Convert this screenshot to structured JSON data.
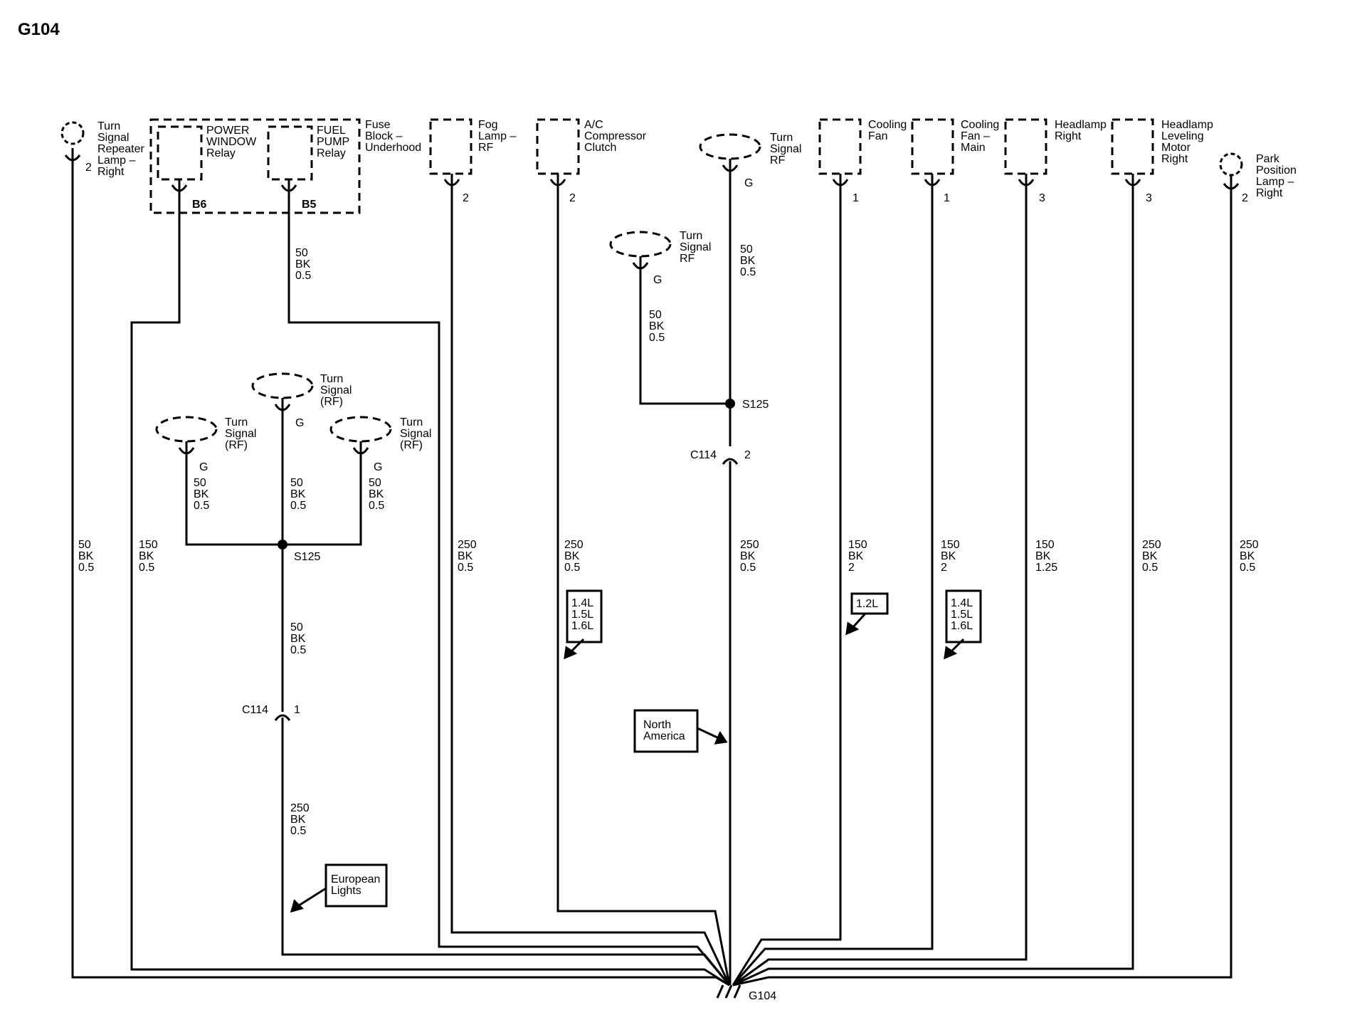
{
  "title": "G104",
  "components": [
    {
      "name": "Turn Signal Repeater Lamp – Right",
      "lines": [
        "Turn",
        "Signal",
        "Repeater",
        "Lamp –",
        "Right"
      ],
      "pin": "2"
    },
    {
      "name": "POWER WINDOW Relay",
      "lines": [
        "POWER",
        "WINDOW",
        "Relay"
      ],
      "pin": "B6"
    },
    {
      "name": "FUEL PUMP Relay",
      "lines": [
        "FUEL",
        "PUMP",
        "Relay"
      ],
      "pin": "B5"
    },
    {
      "name": "Fuse Block – Underhood",
      "lines": [
        "Fuse",
        "Block –",
        "Underhood"
      ]
    },
    {
      "name": "Fog Lamp – RF",
      "lines": [
        "Fog",
        "Lamp –",
        "RF"
      ],
      "pin": "2"
    },
    {
      "name": "A/C Compressor Clutch",
      "lines": [
        "A/C",
        "Compressor",
        "Clutch"
      ],
      "pin": "2"
    },
    {
      "name": "Turn Signal RF (upper)",
      "lines": [
        "Turn",
        "Signal",
        "RF"
      ],
      "pin": "G"
    },
    {
      "name": "Turn Signal RF (middle)",
      "lines": [
        "Turn",
        "Signal",
        "RF"
      ],
      "pin": "G"
    },
    {
      "name": "Cooling Fan",
      "lines": [
        "Cooling",
        "Fan"
      ],
      "pin": "1"
    },
    {
      "name": "Cooling Fan – Main",
      "lines": [
        "Cooling",
        "Fan –",
        "Main"
      ],
      "pin": "1"
    },
    {
      "name": "Headlamp Right",
      "lines": [
        "Headlamp",
        "Right"
      ],
      "pin": "3"
    },
    {
      "name": "Headlamp Leveling Motor Right",
      "lines": [
        "Headlamp",
        "Leveling",
        "Motor",
        "Right"
      ],
      "pin": "3"
    },
    {
      "name": "Park Position Lamp – Right",
      "lines": [
        "Park",
        "Position",
        "Lamp –",
        "Right"
      ],
      "pin": "2"
    },
    {
      "name": "Turn Signal (RF) top",
      "lines": [
        "Turn",
        "Signal",
        "(RF)"
      ],
      "pin": "G"
    },
    {
      "name": "Turn Signal (RF) left",
      "lines": [
        "Turn",
        "Signal",
        "(RF)"
      ],
      "pin": "G"
    },
    {
      "name": "Turn Signal (RF) right",
      "lines": [
        "Turn",
        "Signal",
        "(RF)"
      ],
      "pin": "G"
    }
  ],
  "wires": [
    [
      "50",
      "BK",
      "0.5"
    ],
    [
      "150",
      "BK",
      "0.5"
    ],
    [
      "50",
      "BK",
      "0.5"
    ],
    [
      "250",
      "BK",
      "0.5"
    ],
    [
      "250",
      "BK",
      "0.5"
    ],
    [
      "50",
      "BK",
      "0.5"
    ],
    [
      "50",
      "BK",
      "0.5"
    ],
    [
      "250",
      "BK",
      "0.5"
    ],
    [
      "150",
      "BK",
      "2"
    ],
    [
      "150",
      "BK",
      "2"
    ],
    [
      "150",
      "BK",
      "1.25"
    ],
    [
      "250",
      "BK",
      "0.5"
    ],
    [
      "250",
      "BK",
      "0.5"
    ],
    [
      "50",
      "BK",
      "0.5"
    ],
    [
      "50",
      "BK",
      "0.5"
    ],
    [
      "50",
      "BK",
      "0.5"
    ],
    [
      "50",
      "BK",
      "0.5"
    ],
    [
      "250",
      "BK",
      "0.5"
    ]
  ],
  "splices": [
    "S125",
    "S125"
  ],
  "connectors": [
    {
      "name": "C114",
      "pin": "1"
    },
    {
      "name": "C114",
      "pin": "2"
    }
  ],
  "notes": [
    [
      "1.4L",
      "1.5L",
      "1.6L"
    ],
    [
      "1.2L"
    ],
    [
      "1.4L",
      "1.5L",
      "1.6L"
    ],
    [
      "North",
      "America"
    ],
    [
      "European",
      "Lights"
    ]
  ],
  "ground": "G104"
}
